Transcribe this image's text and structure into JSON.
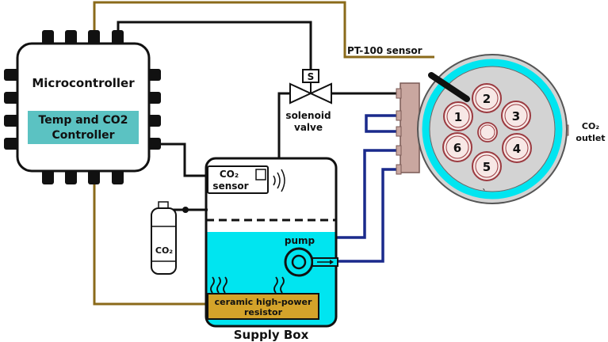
{
  "microcontroller": {
    "title": "Microcontroller",
    "controller_line1": "Temp and CO2",
    "controller_line2": "Controller"
  },
  "sensor": {
    "line1": "CO₂",
    "line2": "sensor"
  },
  "co2_tank": {
    "label": "CO₂"
  },
  "valve": {
    "symbol": "S",
    "line1": "solenoid",
    "line2": "valve"
  },
  "pt100": {
    "label": "PT-100 sensor"
  },
  "outlet": {
    "line1": "CO₂",
    "line2": "outlet"
  },
  "pump": {
    "label": "pump"
  },
  "resistor": {
    "line1": "ceramic high-power",
    "line2": "resistor"
  },
  "supply_box": {
    "label": "Supply Box"
  },
  "wells": [
    "1",
    "2",
    "3",
    "4",
    "5",
    "6"
  ],
  "chamber_mark": "`",
  "colors": {
    "water": "#00e5f0",
    "controller_fill": "#5bc2c2",
    "resistor_fill": "#d4a32a",
    "brown_wire": "#8a6a1a",
    "blue_tube": "#1a2a8c",
    "port_fill": "#c9a7a0",
    "chamber_fill": "#d3d3d3",
    "well_fill": "#f7e8e6",
    "well_ring": "#9b3a40"
  }
}
